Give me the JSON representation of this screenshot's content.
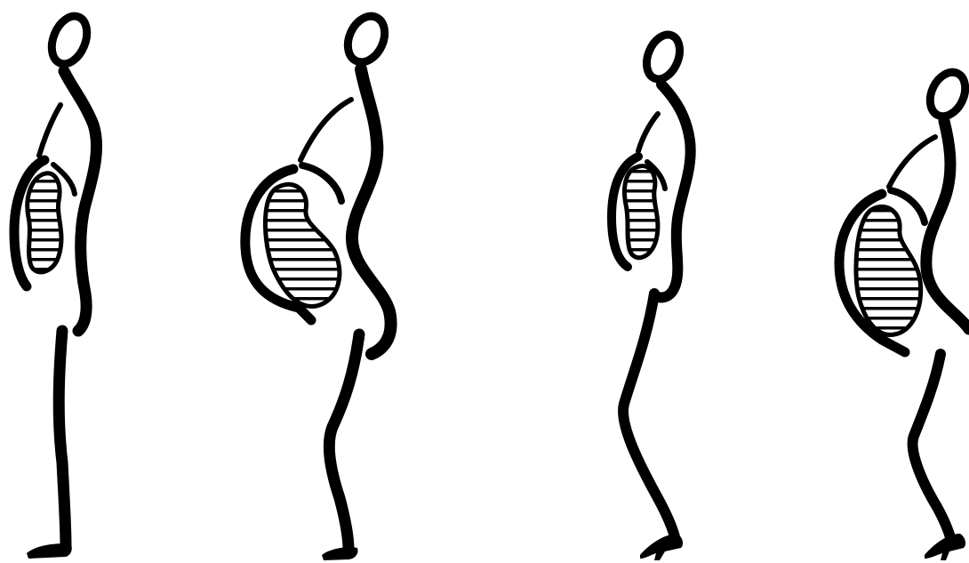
{
  "figures": [
    {
      "id": "figure-1",
      "footwear": "flat",
      "belly": "small"
    },
    {
      "id": "figure-2",
      "footwear": "flat",
      "belly": "large"
    },
    {
      "id": "figure-3",
      "footwear": "high-heel",
      "belly": "small"
    },
    {
      "id": "figure-4",
      "footwear": "high-heel",
      "belly": "large"
    }
  ],
  "colors": {
    "ink": "#000000",
    "background": "#ffffff"
  }
}
